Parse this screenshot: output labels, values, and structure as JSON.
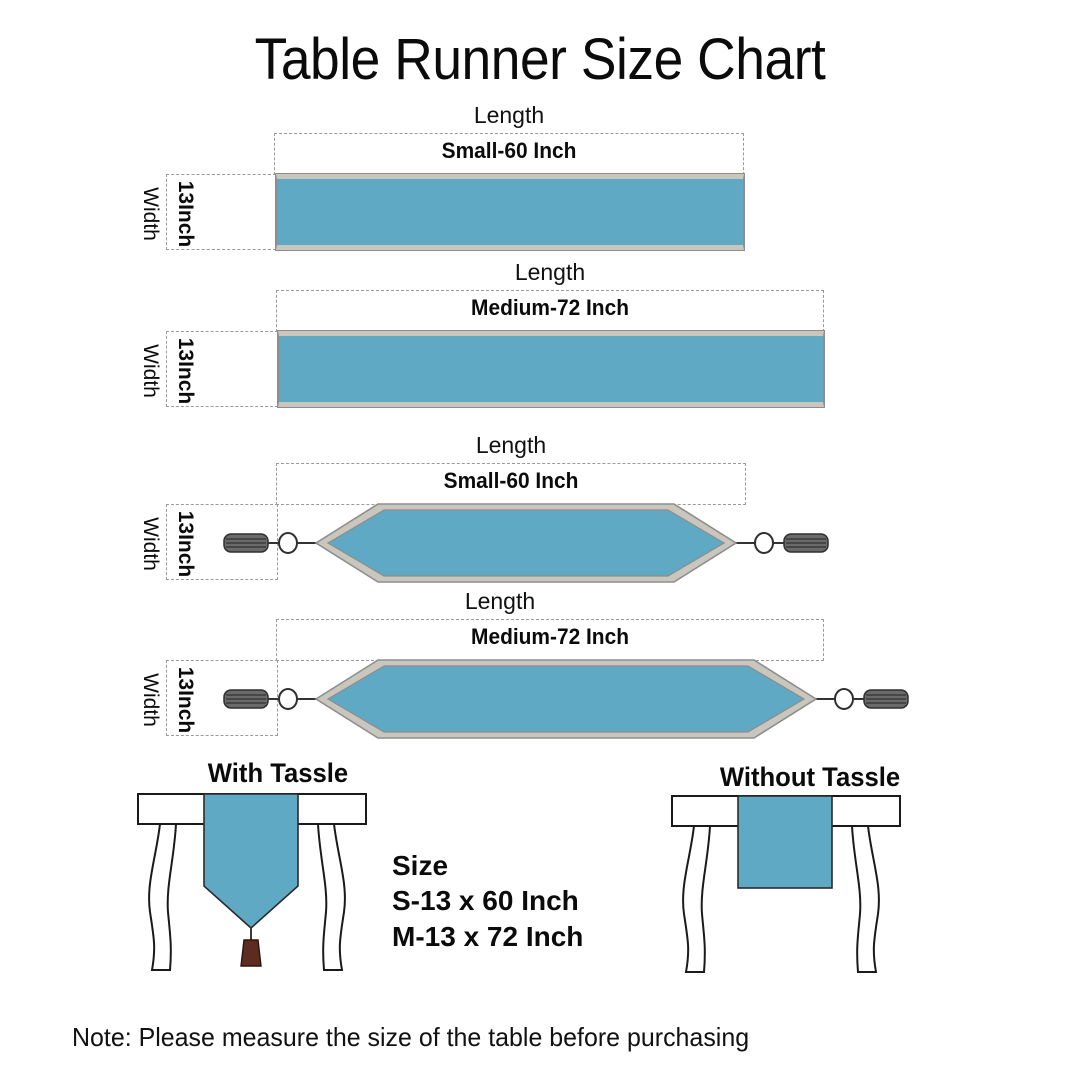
{
  "title": "Table Runner Size Chart",
  "labels": {
    "length": "Length",
    "width": "Width",
    "width_value": "13Inch"
  },
  "runners": [
    {
      "id": "small-flat",
      "size_label": "Small-60 Inch",
      "length_label": "Length",
      "width_label": "Width",
      "width_value": "13Inch",
      "style": "flat",
      "tassels": false
    },
    {
      "id": "medium-flat",
      "size_label": "Medium-72 Inch",
      "length_label": "Length",
      "width_label": "Width",
      "width_value": "13Inch",
      "style": "flat",
      "tassels": false
    },
    {
      "id": "small-pointed",
      "size_label": "Small-60 Inch",
      "length_label": "Length",
      "width_label": "Width",
      "width_value": "13Inch",
      "style": "pointed",
      "tassels": true
    },
    {
      "id": "medium-pointed",
      "size_label": "Medium-72 Inch",
      "length_label": "Length",
      "width_label": "Width",
      "width_value": "13Inch",
      "style": "pointed",
      "tassels": true
    }
  ],
  "illustrations": {
    "with_tassle": "With Tassle",
    "without_tassle": "Without Tassle"
  },
  "size_block": {
    "heading": "Size",
    "small": "S-13 x 60 Inch",
    "medium": "M-13 x 72 Inch"
  },
  "note": "Note:  Please measure the size of the table before purchasing",
  "colors": {
    "fabric_blue": "#5fa9c4",
    "fabric_trim": "#c9c6bd",
    "outline_gray": "#8d8d8d",
    "dashed_gray": "#9a9a9a",
    "tassel_dark": "#4b4b4b",
    "tassel_brown": "#5d2b20",
    "text": "#0b0b0b"
  },
  "chart_data": {
    "type": "table",
    "title": "Table Runner Size Chart",
    "columns": [
      "Size",
      "Width (Inch)",
      "Length (Inch)"
    ],
    "rows": [
      [
        "S",
        13,
        60
      ],
      [
        "M",
        13,
        72
      ]
    ],
    "variants": [
      "With Tassle",
      "Without Tassle"
    ],
    "note": "Note:  Please measure the size of the table before purchasing"
  }
}
